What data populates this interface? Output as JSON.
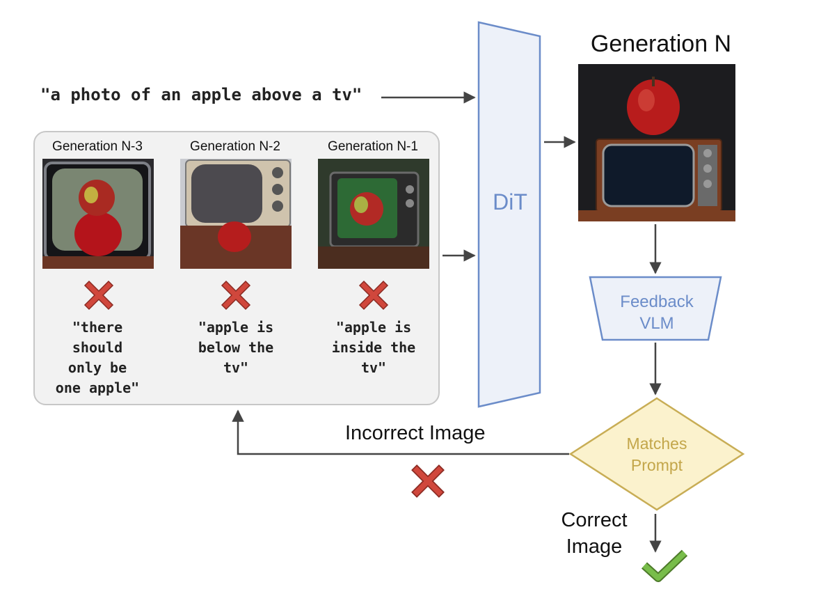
{
  "prompt": "\"a photo of an apple above a tv\"",
  "history": [
    {
      "label": "Generation N-3",
      "feedback": "\"there\nshould\nonly be\none apple\""
    },
    {
      "label": "Generation N-2",
      "feedback": "\"apple is\nbelow the\ntv\""
    },
    {
      "label": "Generation N-1",
      "feedback": "\"apple is\ninside the\ntv\""
    }
  ],
  "dit_label": "DiT",
  "current_generation_label": "Generation N",
  "feedback_vlm_label": "Feedback\nVLM",
  "decision_label": "Matches\nPrompt",
  "incorrect_label": "Incorrect Image",
  "correct_label": "Correct\nImage",
  "colors": {
    "dit_stroke": "#6b8cc9",
    "dit_fill": "#edf1f9",
    "vlm_fill": "#edf1f9",
    "diamond_stroke": "#c8ad55",
    "diamond_fill": "#fbf2cd",
    "reject": "#d0473c",
    "accept": "#6aaa3a"
  }
}
